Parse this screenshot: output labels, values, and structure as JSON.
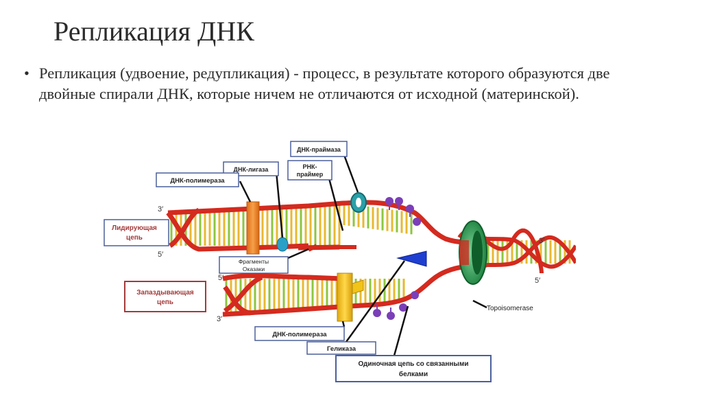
{
  "slide": {
    "title": "Репликация ДНК",
    "bullet": "Репликация (удвоение, редупликация) - процесс, в результате которого образуются две двойные спирали ДНК, которые ничем не отличаются от исходной (материнской)."
  },
  "diagram": {
    "labels": {
      "dna_primase": "ДНК-праймаза",
      "dna_ligase": "ДНК-лигаза",
      "rna_primer_line1": "РНК-",
      "rna_primer_line2": "праймер",
      "dna_polymerase_top": "ДНК-полимераза",
      "leading_strand_line1": "Лидирующая",
      "leading_strand_line2": "цепь",
      "okazaki_line1": "Фрагменты",
      "okazaki_line2": "Оказаки",
      "lagging_strand_line1": "Запаздывающая",
      "lagging_strand_line2": "цепь",
      "dna_polymerase_bottom": "ДНК-полимераза",
      "helicase": "Геликаза",
      "single_strand_line1": "Одиночная цепь со  связанными",
      "single_strand_line2": "белками",
      "topoisomerase": "Topoisomerase"
    },
    "strand_ends": {
      "top_left_3": "3′",
      "top_left_5": "5′",
      "bottom_left_5": "5′",
      "bottom_left_3": "3′",
      "right_3": "3′",
      "right_5": "5′"
    },
    "colors": {
      "backbone_red": "#d42a1f",
      "base_yellow": "#e8b830",
      "base_green": "#8cc63f",
      "polymerase_orange": "#f28a1e",
      "polymerase_yellow": "#f2c318",
      "primase_teal": "#2aa0a8",
      "protein_purple": "#7b3fb8",
      "helicase_blue": "#1f3fd0",
      "topoisomerase_green": "#1f9a4a",
      "label_border_blue": "#4a5f9a",
      "label_border_red": "#a33a3a"
    }
  }
}
